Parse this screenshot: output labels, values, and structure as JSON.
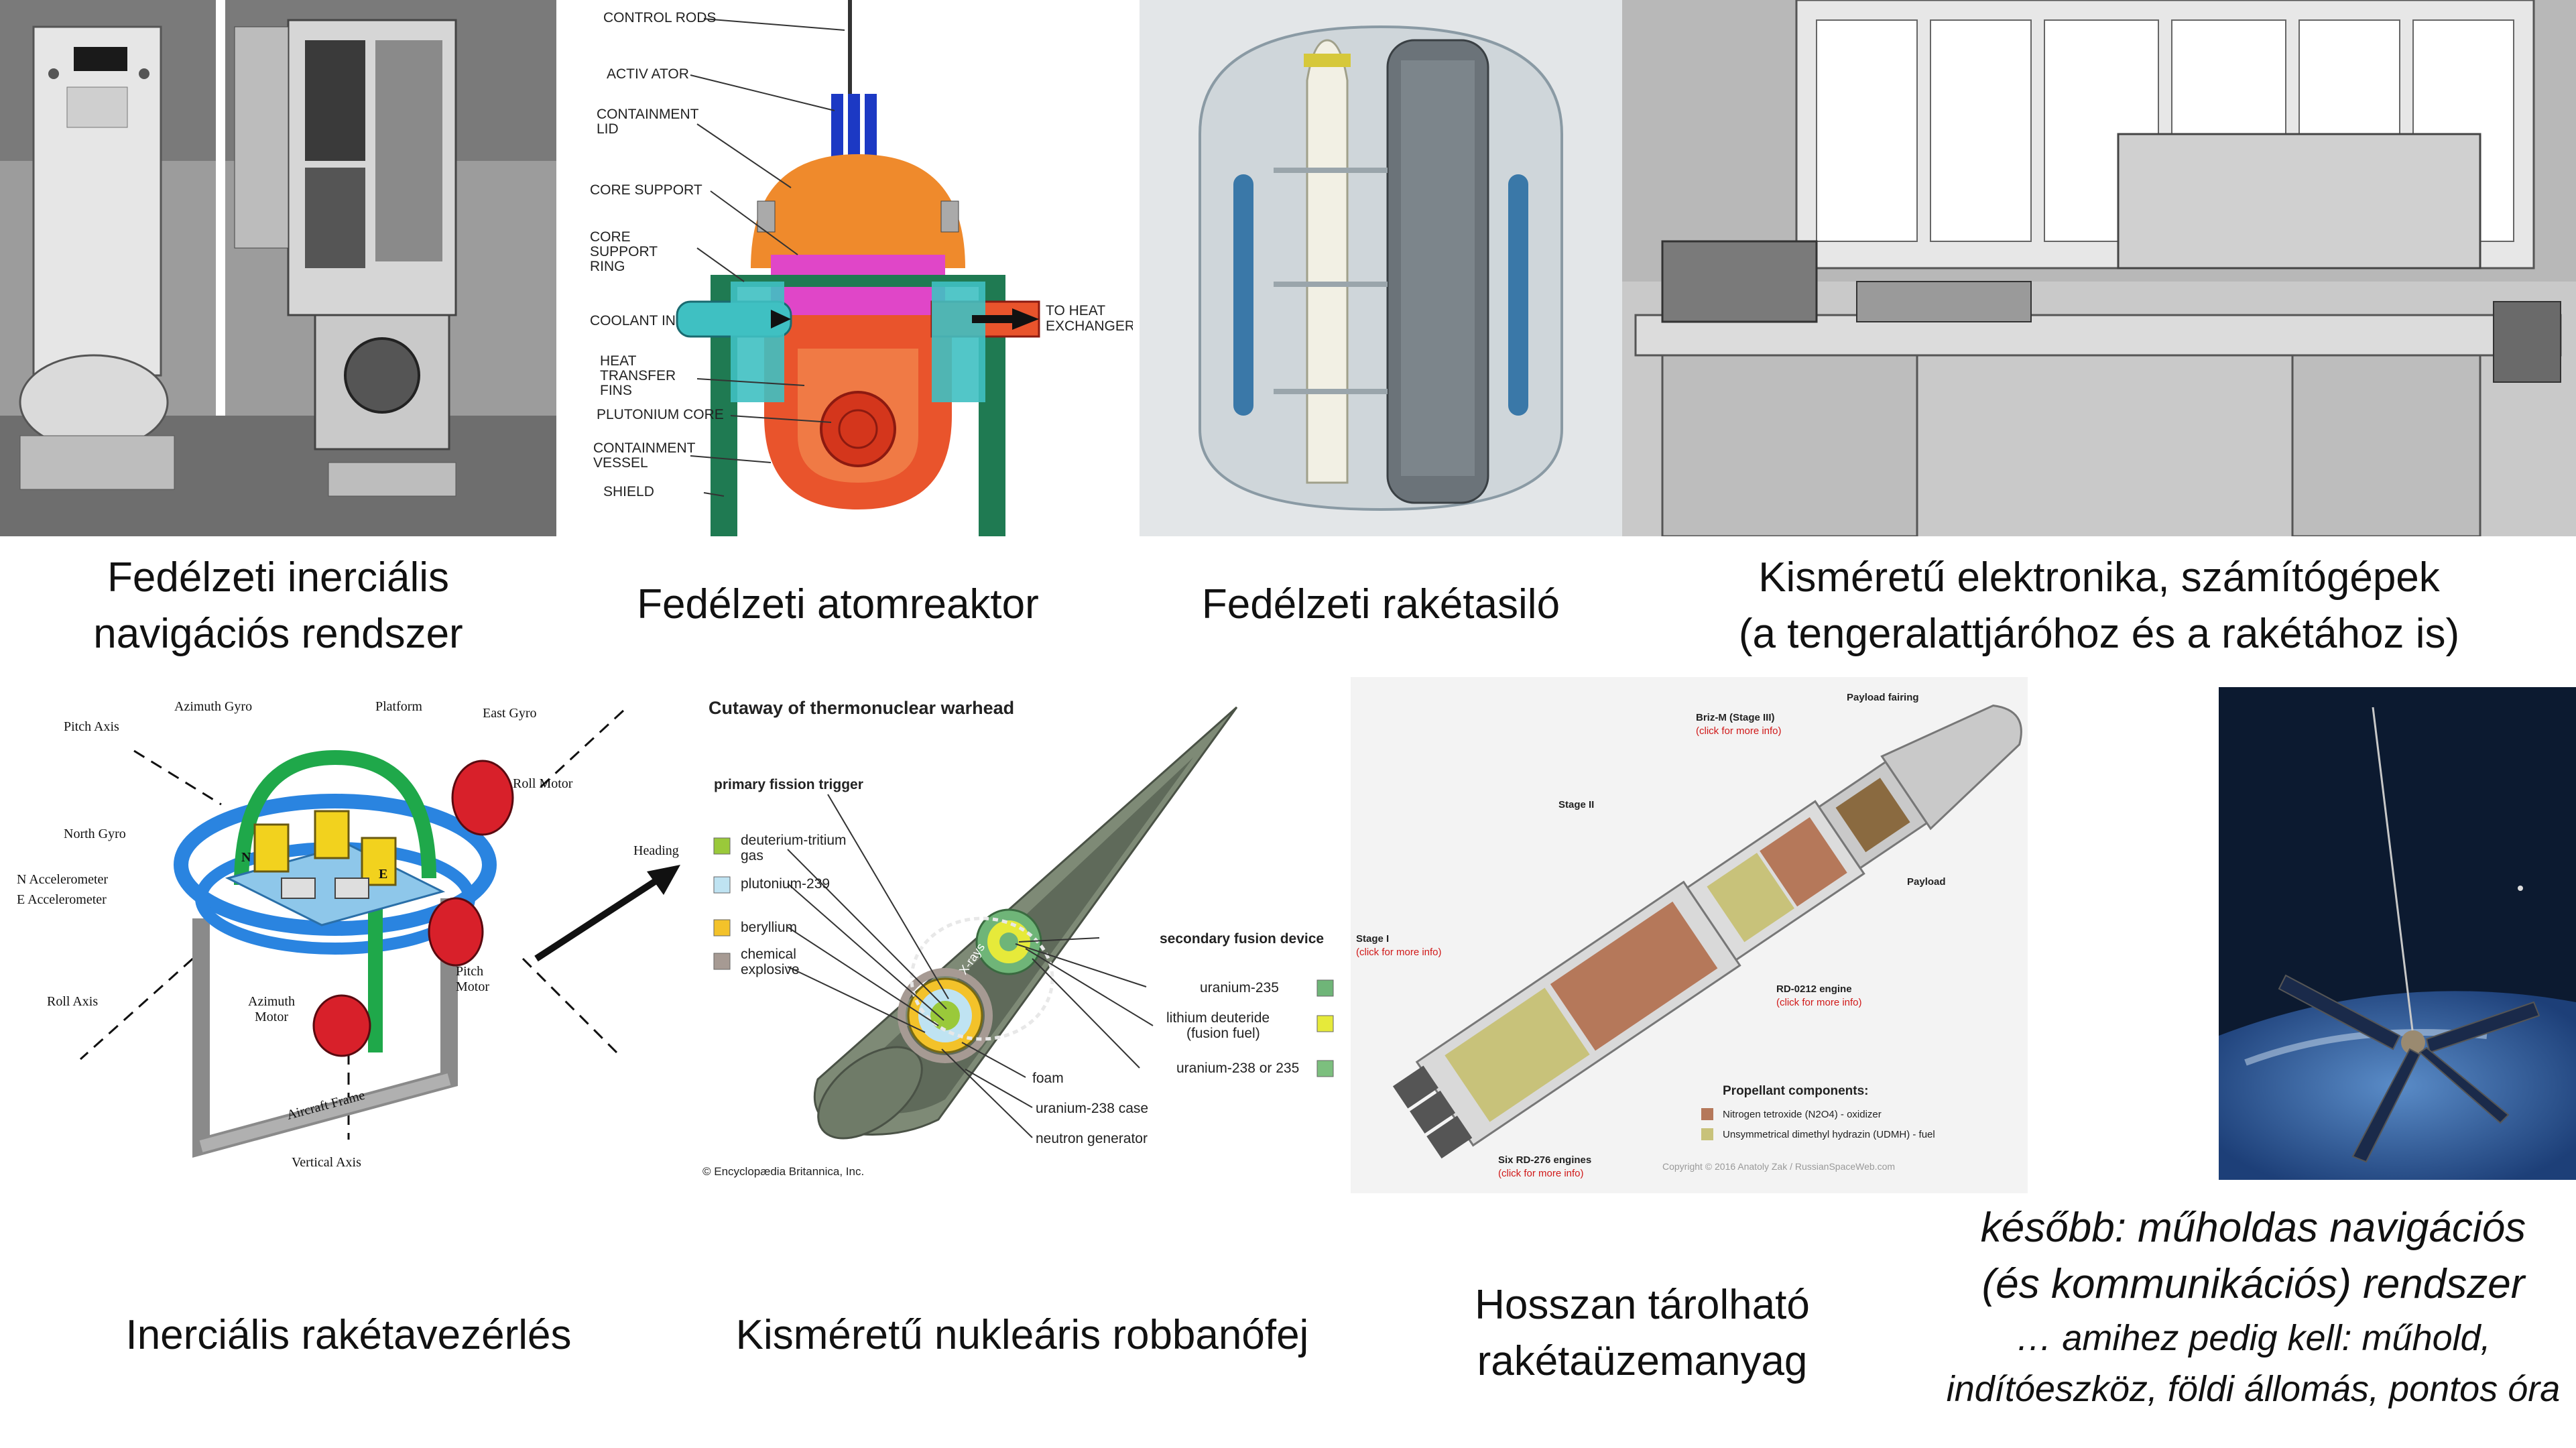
{
  "captions": {
    "ins_system": [
      "Fedélzeti inerciális",
      "navigációs rendszer"
    ],
    "reactor": [
      "Fedélzeti atomreaktor"
    ],
    "silo": [
      "Fedélzeti rakétasiló"
    ],
    "electronics": [
      "Kisméretű elektronika, számítógépek",
      "(a tengeralattjáróhoz és a rakétához is)"
    ],
    "ins_guidance": [
      "Inerciális rakétavezérlés"
    ],
    "warhead": [
      "Kisméretű nukleáris robbanófej"
    ],
    "fuel": [
      "Hosszan tárolható",
      "rakétaüzemanyag"
    ],
    "satellite": [
      "később: műholdas navigációs",
      "(és kommunikációs) rendszer",
      "… amihez pedig kell: műhold,",
      "indítóeszköz, földi állomás, pontos óra"
    ]
  },
  "reactor_labels": {
    "control_rods": "CONTROL RODS",
    "activator": "ACTIV ATOR",
    "lid_1": "CONTAINMENT",
    "lid_2": "LID",
    "core_support": "CORE SUPPORT",
    "ring_1": "CORE",
    "ring_2": "SUPPORT",
    "ring_3": "RING",
    "coolant_in": "COOLANT IN",
    "to_heat_1": "TO HEAT",
    "to_heat_2": "EXCHANGER",
    "fins_1": "HEAT",
    "fins_2": "TRANSFER",
    "fins_3": "FINS",
    "plutonium": "PLUTONIUM CORE",
    "vessel_1": "CONTAINMENT",
    "vessel_2": "VESSEL",
    "shield": "SHIELD"
  },
  "gyro_labels": {
    "azimuth_gyro": "Azimuth Gyro",
    "platform": "Platform",
    "east_gyro": "East Gyro",
    "pitch_axis": "Pitch Axis",
    "roll_motor": "Roll Motor",
    "north_gyro": "North Gyro",
    "heading": "Heading",
    "n_acc": "N Accelerometer",
    "e_acc": "E Accelerometer",
    "roll_axis": "Roll Axis",
    "azimuth_motor_1": "Azimuth",
    "azimuth_motor_2": "Motor",
    "pitch_motor_1": "Pitch",
    "pitch_motor_2": "Motor",
    "aircraft_frame": "Aircraft Frame",
    "vertical_axis": "Vertical Axis",
    "n": "N",
    "e": "E"
  },
  "warhead_labels": {
    "title": "Cutaway of thermonuclear warhead",
    "primary": "primary fission trigger",
    "dt_1": "deuterium-tritium",
    "dt_2": "gas",
    "pu239": "plutonium-239",
    "beryllium": "beryllium",
    "explosive_1": "chemical",
    "explosive_2": "explosive",
    "secondary": "secondary fusion device",
    "u235": "uranium-235",
    "lid_1": "lithium deuteride",
    "lid_2": "(fusion fuel)",
    "u238or235": "uranium-238 or 235",
    "foam": "foam",
    "u238case": "uranium-238 case",
    "neutron": "neutron generator",
    "xrays": "X-rays",
    "credit": "© Encyclopædia Britannica, Inc."
  },
  "rocket_labels": {
    "payload_fairing": "Payload fairing",
    "briz": "Briz-M (Stage III)",
    "click": "(click for more info)",
    "stage2": "Stage II",
    "payload": "Payload",
    "stage1": "Stage I",
    "rd0212": "RD-0212 engine",
    "propellant_title": "Propellant components:",
    "n2o4": "Nitrogen tetroxide (N2O4) - oxidizer",
    "udmh": "Unsymmetrical dimethyl hydrazin (UDMH) - fuel",
    "engines": "Six RD-276 engines",
    "copyright": "Copyright © 2016 Anatoly Zak / RussianSpaceWeb.com"
  },
  "colors": {
    "reactor_blue": "#1c39c4",
    "reactor_orange": "#ef8a2c",
    "reactor_magenta": "#e046c8",
    "reactor_green": "#1f7a52",
    "gyro_blue": "#2a84e0",
    "gyro_green": "#1fa84a",
    "gyro_red": "#d8202a",
    "warhead_green": "#7e8a76",
    "dt_swatch": "#9ac93a",
    "pu_swatch": "#bfe3f2",
    "be_swatch": "#f3c22a",
    "ex_swatch": "#a69a93",
    "u235_swatch": "#6fb578",
    "lid_swatch": "#e6ea3a",
    "u238_swatch": "#7cbf7e",
    "n2o4_swatch": "#b5785a",
    "udmh_swatch": "#c8c27a",
    "link_red": "#d01818"
  }
}
